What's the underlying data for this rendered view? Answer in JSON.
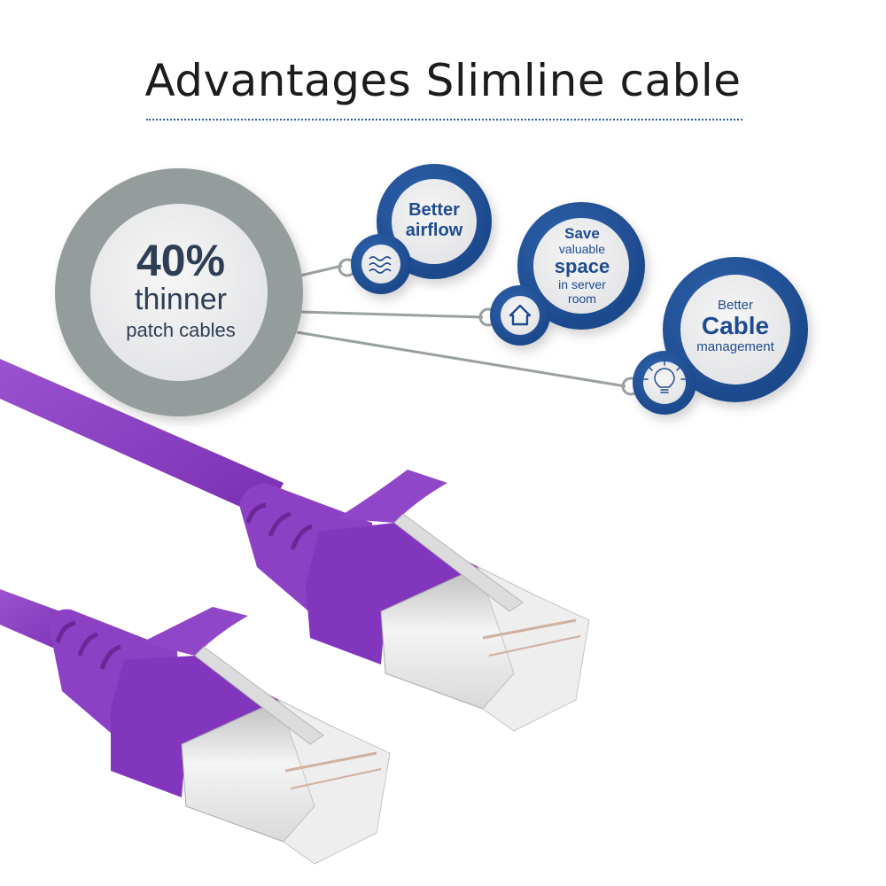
{
  "header": {
    "title": "Advantages Slimline cable"
  },
  "main_stat": {
    "value": "40%",
    "line2": "thinner",
    "line3": "patch cables"
  },
  "benefits": [
    {
      "lines": [
        "Better",
        "airflow"
      ],
      "icon": "airflow-waves-icon"
    },
    {
      "lines": [
        "Save",
        "valuable",
        "space",
        "in server",
        "room"
      ],
      "icon": "house-icon"
    },
    {
      "lines": [
        "Better",
        "Cable",
        "management"
      ],
      "icon": "lightbulb-icon"
    }
  ],
  "colors": {
    "accent_blue": "#1f4f96",
    "bubble_fill": "#e9eaec",
    "gray_ring": "#949c9c",
    "text_dark": "#2e3e54",
    "cable_purple": "#8a3fc0",
    "title_rule": "#2b5d99"
  },
  "product": {
    "description": "Two purple slimline RJ45 patch cable connectors with shielded plugs"
  }
}
